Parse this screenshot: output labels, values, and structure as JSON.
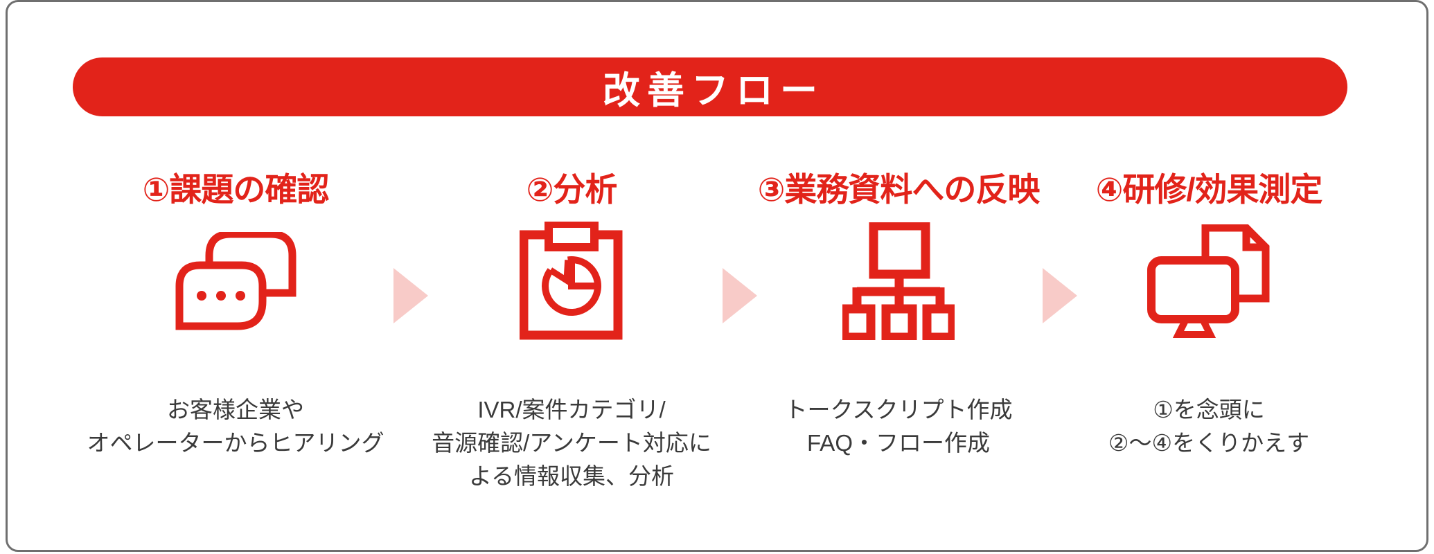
{
  "colors": {
    "accent_red": "#e2231a",
    "arrow_pink": "#f8cbc8",
    "text_dark": "#3a3a3a",
    "border_gray": "#6f6f6f",
    "title_text": "#ffffff",
    "background": "#ffffff"
  },
  "title": {
    "text": "改善フロー"
  },
  "steps": [
    {
      "heading": "①課題の確認",
      "icon": "chat-bubbles-icon",
      "description_lines": [
        "お客様企業や",
        "オペレーターからヒアリング"
      ]
    },
    {
      "heading": "②分析",
      "icon": "clipboard-pie-chart-icon",
      "description_lines": [
        "IVR/案件カテゴリ/",
        "音源確認/アンケート対応に",
        "よる情報収集、分析"
      ]
    },
    {
      "heading": "③業務資料への反映",
      "icon": "org-chart-icon",
      "description_lines": [
        "トークスクリプト作成",
        "FAQ・フロー作成"
      ]
    },
    {
      "heading": "④研修/効果測定",
      "icon": "monitor-and-document-icon",
      "description_lines": [
        "①を念頭に",
        "②〜④をくりかえす"
      ]
    }
  ]
}
